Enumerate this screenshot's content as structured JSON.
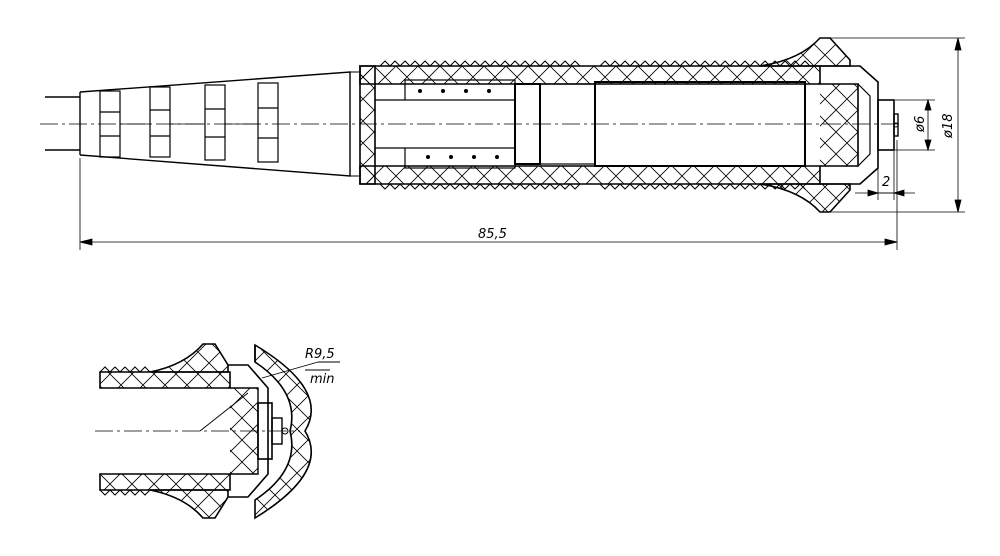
{
  "drawing": {
    "dimensions": {
      "overall_length": "85,5",
      "inner_diameter": "ø6",
      "outer_diameter": "ø18",
      "offset": "2",
      "radius": "R9,5",
      "radius_note": "min"
    },
    "colors": {
      "line": "#000000",
      "background": "#ffffff"
    }
  }
}
